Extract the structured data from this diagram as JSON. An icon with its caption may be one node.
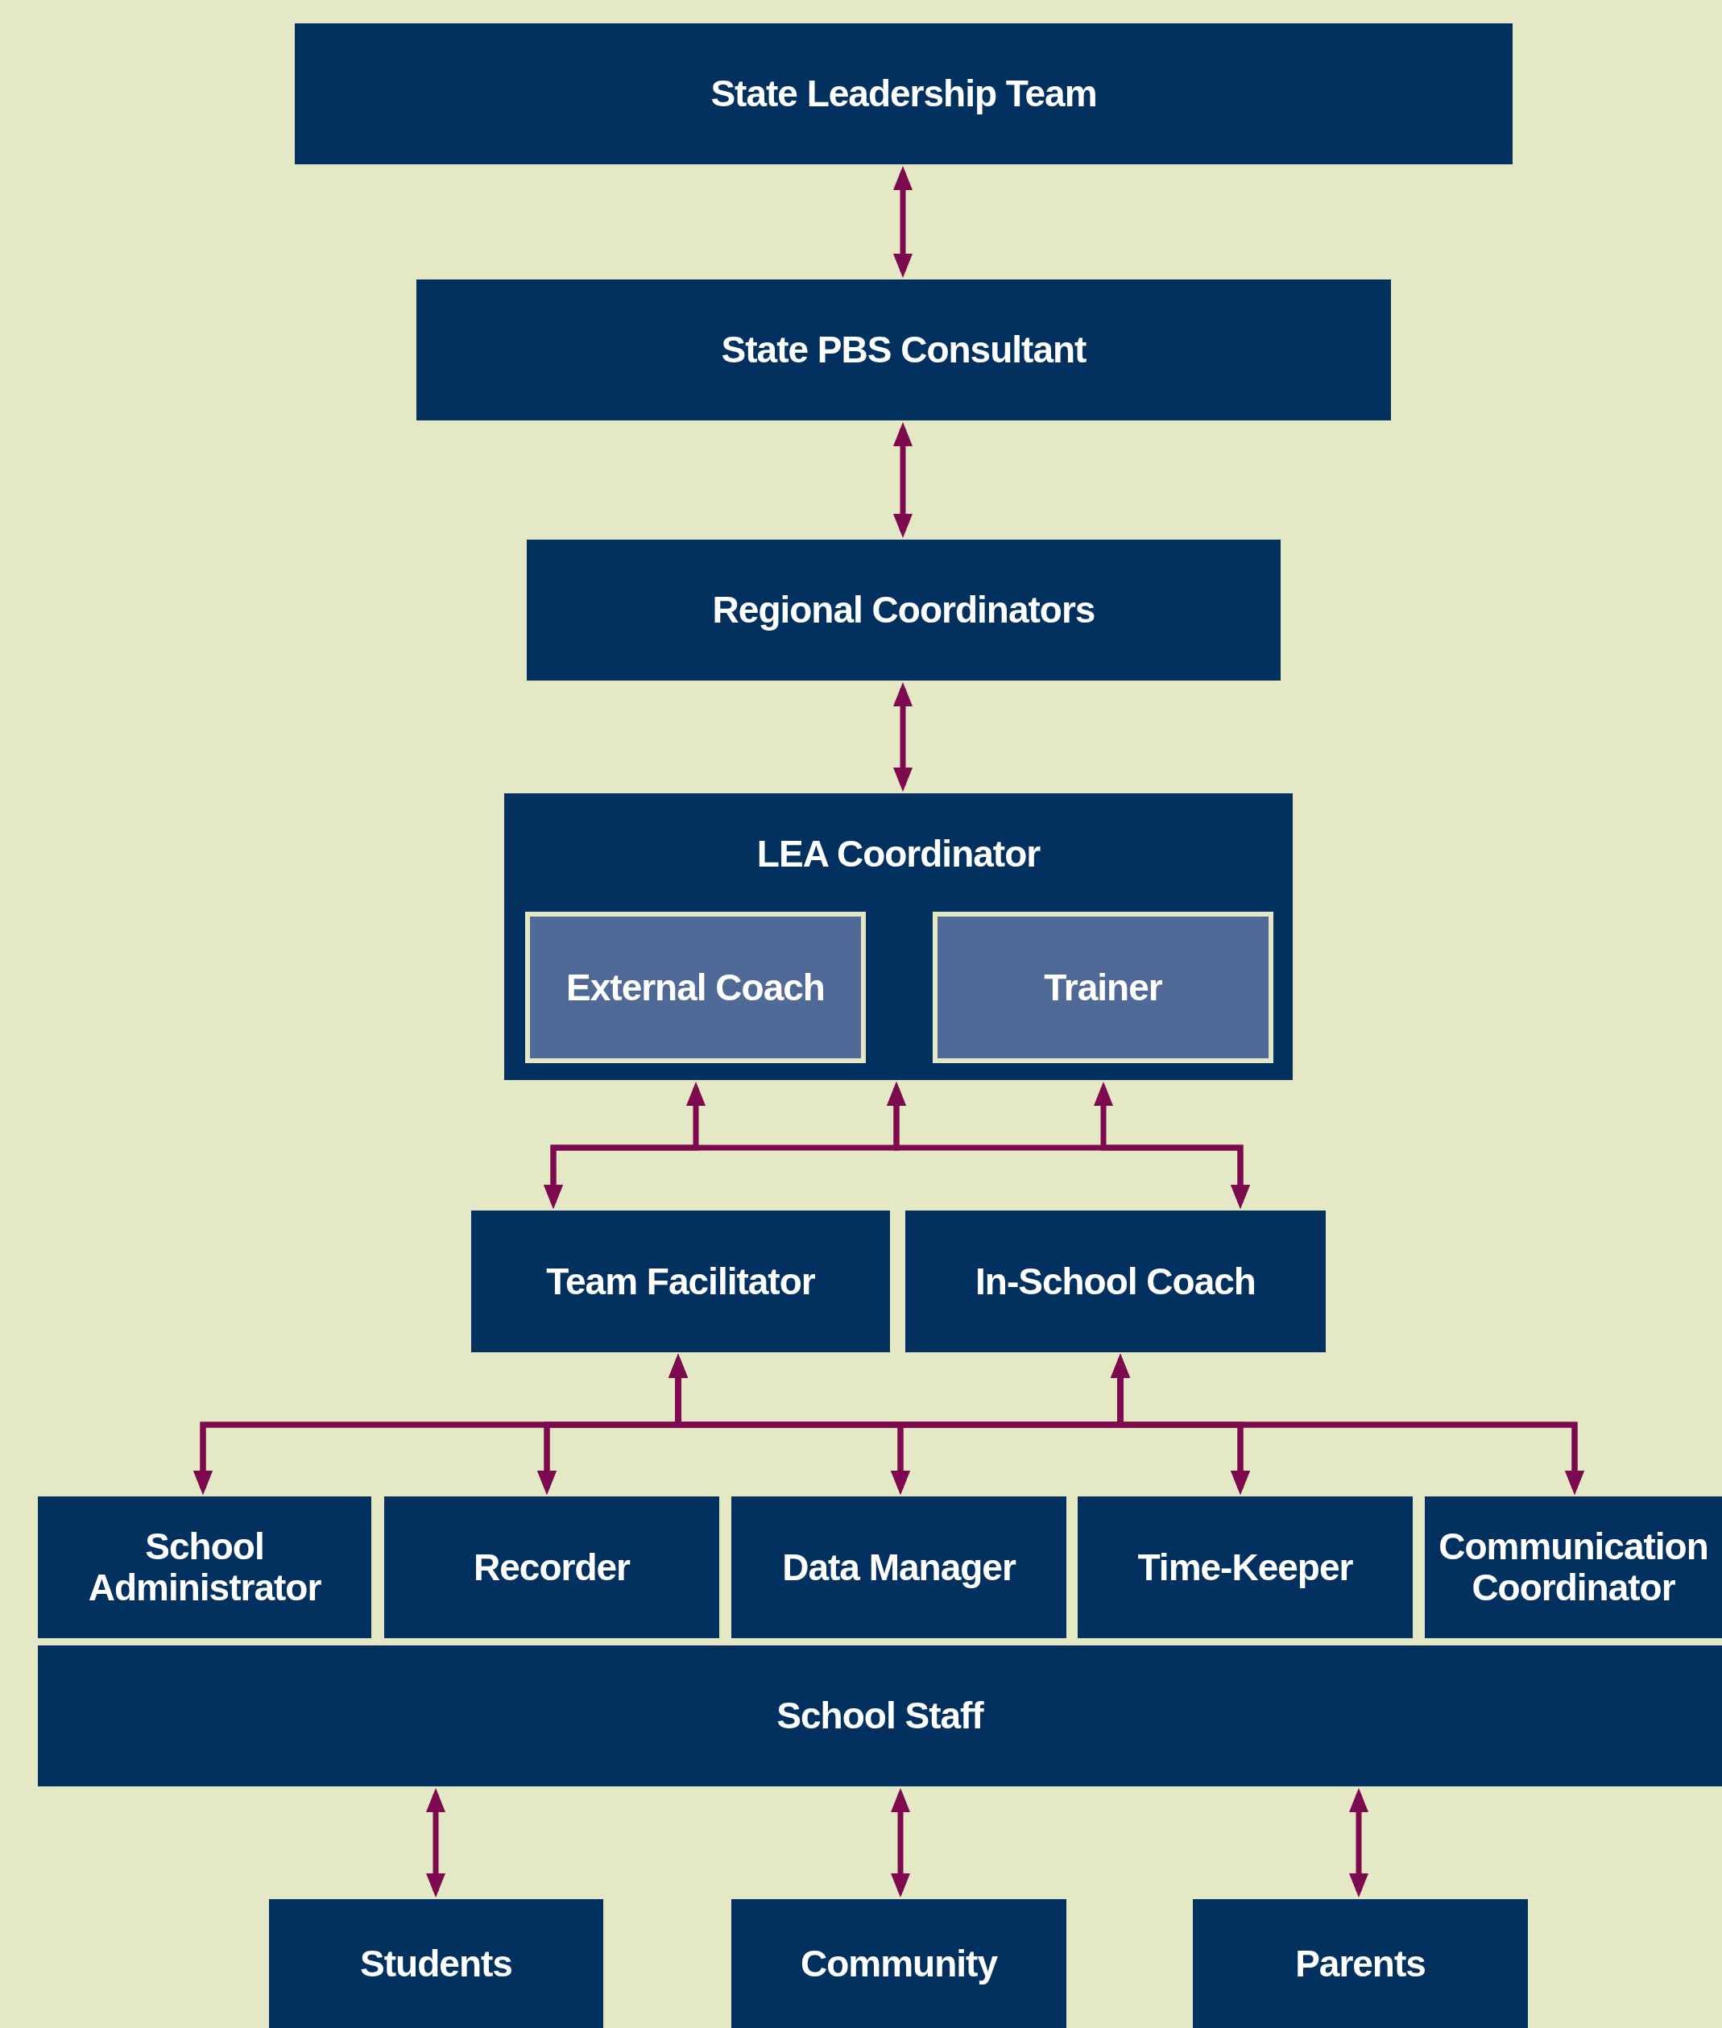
{
  "diagram": {
    "nodes": [
      {
        "text": [
          "State Leadership Team"
        ]
      },
      {
        "text": [
          "State PBS Consultant"
        ]
      },
      {
        "text": [
          "Regional Coordinators"
        ]
      },
      {
        "text": [
          "LEA Coordinator"
        ]
      },
      {
        "text": [
          "External Coach"
        ],
        "in": 3
      },
      {
        "text": [
          "Trainer"
        ],
        "in": 3
      },
      {
        "text": [
          "Team Facilitator"
        ]
      },
      {
        "text": [
          "In-School Coach"
        ]
      },
      {
        "text": [
          "School Administrator"
        ]
      },
      {
        "text": [
          "Recorder"
        ]
      },
      {
        "text": [
          "Data Manager"
        ]
      },
      {
        "text": [
          "Time-Keeper"
        ]
      },
      {
        "text": [
          "Communication Coordinator"
        ]
      },
      {
        "text": [
          "School Staff"
        ]
      },
      {
        "text": [
          "Students"
        ]
      },
      {
        "text": [
          "Community"
        ]
      },
      {
        "text": [
          "Parents"
        ]
      }
    ],
    "edges": [
      {
        "from": 0,
        "to": 1,
        "arrow": "both"
      },
      {
        "from": 1,
        "to": 2,
        "arrow": "both"
      },
      {
        "from": 2,
        "to": 3,
        "arrow": "both"
      },
      {
        "from": 4,
        "to": 6,
        "arrow": "both"
      },
      {
        "from": 3,
        "to": 6,
        "arrow": "both"
      },
      {
        "from": 3,
        "to": 7,
        "arrow": "both"
      },
      {
        "from": 5,
        "to": 7,
        "arrow": "both"
      },
      {
        "from": 6,
        "to": 8,
        "arrow": "both"
      },
      {
        "from": 6,
        "to": 9,
        "arrow": "both"
      },
      {
        "from": 6,
        "to": 10,
        "arrow": "both"
      },
      {
        "from": 6,
        "to": 11,
        "arrow": "both"
      },
      {
        "from": 6,
        "to": 12,
        "arrow": "both"
      },
      {
        "from": 7,
        "to": 8,
        "arrow": "both"
      },
      {
        "from": 7,
        "to": 9,
        "arrow": "both"
      },
      {
        "from": 7,
        "to": 10,
        "arrow": "both"
      },
      {
        "from": 7,
        "to": 11,
        "arrow": "both"
      },
      {
        "from": 7,
        "to": 12,
        "arrow": "both"
      },
      {
        "from": 13,
        "to": 14,
        "arrow": "both"
      },
      {
        "from": 13,
        "to": 15,
        "arrow": "both"
      },
      {
        "from": 13,
        "to": 16,
        "arrow": "both"
      }
    ]
  }
}
